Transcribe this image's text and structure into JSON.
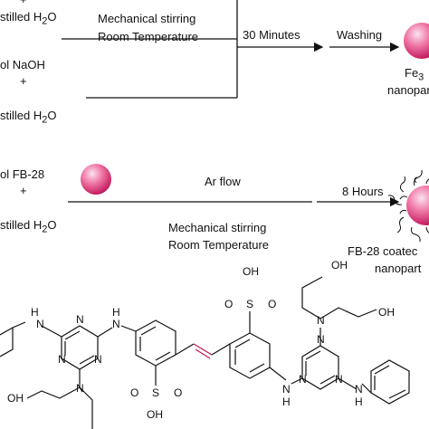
{
  "scheme": {
    "top": {
      "reagent_a": {
        "line1": "+",
        "line2": "stilled H",
        "sub": "2",
        "tail": "O"
      },
      "reagent_b": {
        "line1": "ol NaOH",
        "plus": "+",
        "line2": "stilled H",
        "sub": "2",
        "tail": "O"
      },
      "conditions": {
        "line1": "Mechanical stirring",
        "line2": "Room Temperature"
      },
      "step1": "30 Minutes",
      "step2": "Washing",
      "product": {
        "line1": "Fe",
        "sup": "3",
        "line2": "nanopar"
      }
    },
    "middle": {
      "reagent": {
        "line1": "ol FB-28",
        "plus": "+",
        "line2": "stilled H",
        "sub": "2",
        "tail": "O"
      },
      "conditions": {
        "above": "Ar flow",
        "line1": "Mechanical stirring",
        "line2": "Room Temperature"
      },
      "step1": "8 Hours",
      "product": {
        "line1": "FB-28 coatec",
        "line2": "nanopart"
      }
    }
  },
  "structure": {
    "labels": {
      "nh_left": "H",
      "n_left": "N",
      "oh_top1": "OH",
      "oh_top2": "OH",
      "oh_bottom": "OH",
      "n_ring": "N",
      "n_amine": "N",
      "nh_right": "H",
      "n_right": "N",
      "sulfo_top_o1": "O",
      "sulfo_top_s": "S",
      "sulfo_top_o2": "O",
      "sulfo_top_oh": "OH",
      "sulfo_bot_o1": "O",
      "sulfo_bot_s": "S",
      "sulfo_bot_o2": "O",
      "sulfo_bot_oh": "OH"
    }
  },
  "colors": {
    "sphere_light": "#fbe3ee",
    "sphere_mid": "#f07aa8",
    "sphere_dark": "#c2185b",
    "line": "#111111"
  }
}
